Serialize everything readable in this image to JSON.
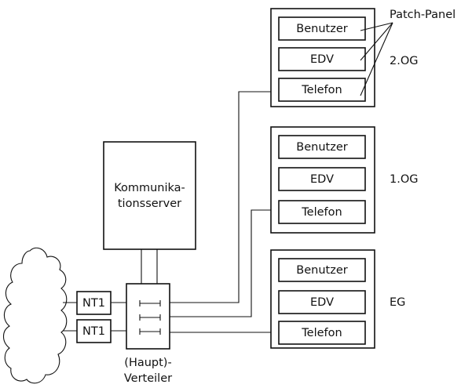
{
  "diagram": {
    "server": {
      "line1": "Kommunika-",
      "line2": "tionsserver"
    },
    "ntu": [
      {
        "label": "NT1"
      },
      {
        "label": "NT1"
      }
    ],
    "distributor": {
      "line1": "(Haupt)-",
      "line2": "Verteiler"
    },
    "patch_panel_label": "Patch-Panel",
    "floors": [
      {
        "name": "2.OG",
        "panels": [
          "Benutzer",
          "EDV",
          "Telefon"
        ]
      },
      {
        "name": "1.OG",
        "panels": [
          "Benutzer",
          "EDV",
          "Telefon"
        ]
      },
      {
        "name": "EG",
        "panels": [
          "Benutzer",
          "EDV",
          "Telefon"
        ]
      }
    ]
  }
}
